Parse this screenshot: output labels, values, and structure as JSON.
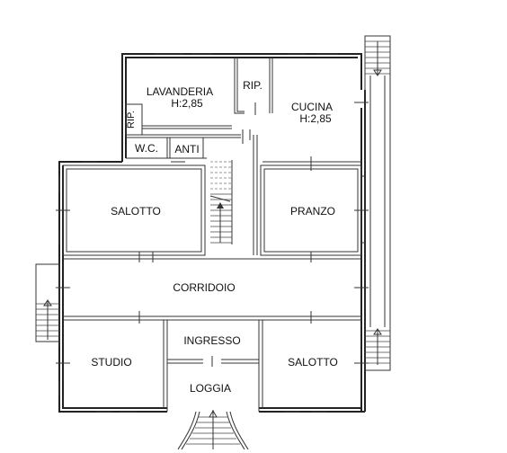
{
  "rooms": {
    "lavanderia": "LAVANDERIA",
    "lavanderia_height": "H:2,85",
    "rip_top": "RIP.",
    "rip_side": "RIP.",
    "cucina": "CUCINA",
    "cucina_height": "H:2,85",
    "wc": "W.C.",
    "anti": "ANTI",
    "salotto_top": "SALOTTO",
    "pranzo": "PRANZO",
    "corridoio": "CORRIDOIO",
    "ingresso": "INGRESSO",
    "studio": "STUDIO",
    "salotto_bottom": "SALOTTO",
    "loggia": "LOGGIA"
  }
}
